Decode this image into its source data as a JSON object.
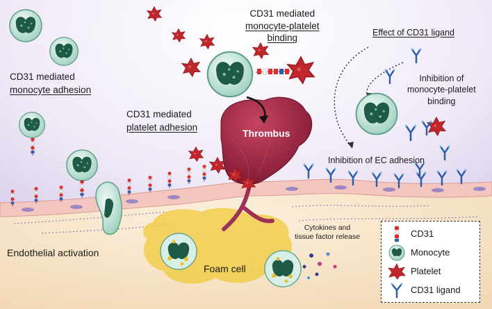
{
  "labels": {
    "monocyte_platelet": {
      "line1": "CD31 mediated",
      "line2": "monocyte-platelet",
      "line3": "binding"
    },
    "monocyte_adhesion": {
      "line1": "CD31 mediated",
      "line2": "monocyte adhesion"
    },
    "platelet_adhesion": {
      "line1": "CD31 mediated",
      "line2": "platelet adhesion"
    },
    "effect_ligand": "Effect of CD31 ligand",
    "inhibition_binding": {
      "line1": "Inhibition of",
      "line2": "monocyte-platelet",
      "line3": "binding"
    },
    "inhibition_ec": "Inhibition of EC adhesion",
    "thrombus": "Thrombus",
    "endothelial": "Endothelial activation",
    "foam_cell": "Foam cell",
    "cytokines": {
      "line1": "Cytokines and",
      "line2": "tissue factor release"
    }
  },
  "legend": {
    "items": [
      {
        "label": "CD31",
        "icon": "cd31-icon"
      },
      {
        "label": "Monocyte",
        "icon": "monocyte-icon"
      },
      {
        "label": "Platelet",
        "icon": "platelet-icon"
      },
      {
        "label": "CD31 ligand",
        "icon": "cd31-ligand-icon"
      }
    ]
  },
  "colors": {
    "monocyte_fill": "#cfe8df",
    "monocyte_nucleus": "#1f5a44",
    "platelet": "#c0272d",
    "thrombus": "#8e1b3a",
    "cd31_red": "#d9302b",
    "ligand_blue": "#2f5fa8",
    "foam": "#f0c93a",
    "tissue": "#f7e3c8",
    "endothelium": "#f3c6c0",
    "lumen": "#ddd3ee"
  }
}
